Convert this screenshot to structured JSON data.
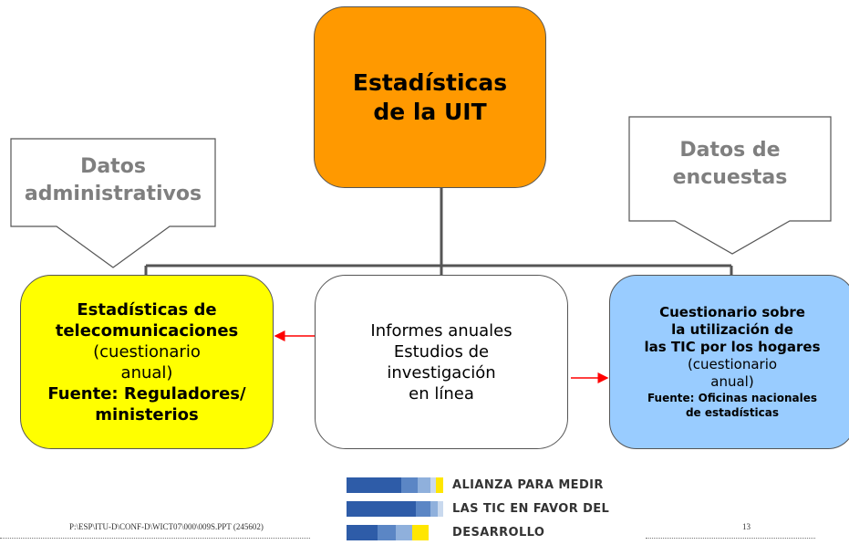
{
  "top_box": {
    "line1": "Estadísticas",
    "line2": "de la UIT"
  },
  "left_arrow": {
    "line1": "Datos",
    "line2": "administrativos"
  },
  "right_arrow": {
    "line1": "Datos de",
    "line2": "encuestas"
  },
  "left_box": {
    "title1": "Estadísticas de",
    "title2": "telecomunicaciones",
    "note1": "(cuestionario",
    "note2": "anual)",
    "source1": "Fuente: Reguladores/",
    "source2": "ministerios"
  },
  "middle_box": {
    "line1": "Informes anuales",
    "line2": "Estudios de",
    "line3": "investigación",
    "line4": "en línea"
  },
  "right_box": {
    "title1": "Cuestionario sobre",
    "title2": "la utilización de",
    "title3": "las TIC por los hogares",
    "note1": "(cuestionario",
    "note2": "anual)",
    "source1": "Fuente: Oficinas nacionales",
    "source2": "de estadísticas"
  },
  "footer": {
    "path": "P:\\ESP\\ITU-D\\CONF-D\\WICT07\\000\\009S.PPT (245602)",
    "page": "13",
    "alliance1": "ALIANZA PARA MEDIR",
    "alliance2": "LAS TIC EN FAVOR DEL",
    "alliance3": "DESARROLLO"
  },
  "colors": {
    "top": "#ff9900",
    "left": "#ffff00",
    "right": "#99ccff",
    "connector": "#555555",
    "red_arrow": "#ff0000",
    "arrow_text": "#7f7f7f"
  }
}
